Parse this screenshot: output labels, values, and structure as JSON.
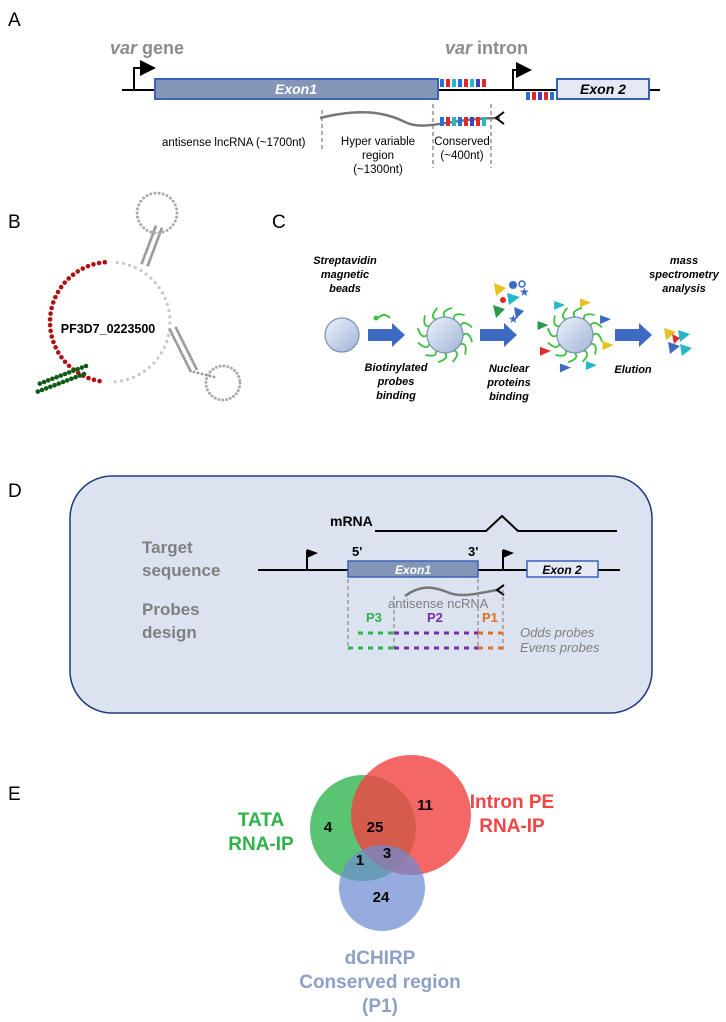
{
  "panels": {
    "a": "A",
    "b": "B",
    "c": "C",
    "d": "D",
    "e": "E"
  },
  "panelA": {
    "var_gene_italic": "var",
    "var_gene_rest": " gene",
    "var_intron_italic": "var",
    "var_intron_rest": " intron",
    "exon1": "Exon1",
    "exon2": "Exon 2",
    "antisense": "antisense lncRNA (~1700nt)",
    "hyper_line1": "Hyper variable",
    "hyper_line2": "region",
    "hyper_line3": "(~1300nt)",
    "conserved_line1": "Conserved",
    "conserved_line2": "(~400nt)"
  },
  "panelB": {
    "gene_id": "PF3D7_0223500"
  },
  "panelC": {
    "strep_line1": "Streptavidin",
    "strep_line2": "magnetic",
    "strep_line3": "beads",
    "biotin_line1": "Biotinylated",
    "biotin_line2": "probes",
    "biotin_line3": "binding",
    "nuclear_line1": "Nuclear",
    "nuclear_line2": "proteins",
    "nuclear_line3": "binding",
    "elution": "Elution",
    "mass_line1": "mass",
    "mass_line2": "spectrometry",
    "mass_line3": "analysis"
  },
  "panelD": {
    "mrna": "mRNA",
    "target_line1": "Target",
    "target_line2": "sequence",
    "probes_line1": "Probes",
    "probes_line2": "design",
    "five_prime": "5'",
    "three_prime": "3'",
    "exon1": "Exon1",
    "exon2": "Exon 2",
    "antisense": "antisense ncRNA",
    "p3": "P3",
    "p2": "P2",
    "p1": "P1",
    "odds": "Odds probes",
    "evens": "Evens probes"
  },
  "panelE": {
    "tata_line1": "TATA",
    "tata_line2": "RNA-IP",
    "intron_line1": "Intron PE",
    "intron_line2": "RNA-IP",
    "dchirp_line1": "dCHIRP",
    "dchirp_line2": "Conserved region",
    "dchirp_line3": "(P1)",
    "n_tata_only": "4",
    "n_tata_intron": "25",
    "n_intron_only": "11",
    "n_tata_dchirp": "1",
    "n_all_three": "3",
    "n_dchirp_only": "24"
  },
  "colors": {
    "exon_fill": "#8496b8",
    "exon_border": "#3a63b8",
    "green": "#2db34a",
    "red": "#f04545",
    "blue_circle": "#6d8cd1",
    "purple": "#7a2aa8",
    "orange": "#e07020",
    "panel_bg": "#dce3f0",
    "panel_border": "#1f3a7a",
    "arrow_blue": "#3d6bc4",
    "grey_text": "#7f7f7f",
    "dchirp_text": "#8ea0c8",
    "rna_red": "#b01010",
    "rna_green": "#0f5a14"
  }
}
